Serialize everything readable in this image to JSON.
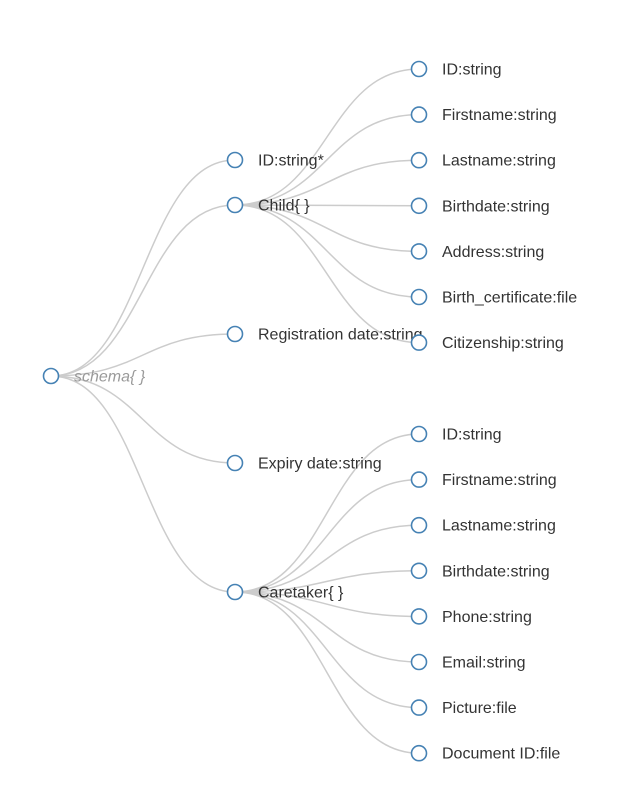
{
  "schema_tree": {
    "root": {
      "label": "schema{ }"
    },
    "level1": [
      {
        "id": "n1",
        "label": "ID:string*"
      },
      {
        "id": "n2",
        "label": "Child{ }"
      },
      {
        "id": "n3",
        "label": "Registration date:string"
      },
      {
        "id": "n4",
        "label": "Expiry date:string"
      },
      {
        "id": "n5",
        "label": "Caretaker{ }"
      }
    ],
    "child_fields": [
      {
        "label": "ID:string"
      },
      {
        "label": "Firstname:string"
      },
      {
        "label": "Lastname:string"
      },
      {
        "label": "Birthdate:string"
      },
      {
        "label": "Address:string"
      },
      {
        "label": "Birth_certificate:file"
      },
      {
        "label": "Citizenship:string"
      }
    ],
    "caretaker_fields": [
      {
        "label": "ID:string"
      },
      {
        "label": "Firstname:string"
      },
      {
        "label": "Lastname:string"
      },
      {
        "label": "Birthdate:string"
      },
      {
        "label": "Phone:string"
      },
      {
        "label": "Email:string"
      },
      {
        "label": "Picture:file"
      },
      {
        "label": "Document ID:file"
      }
    ]
  },
  "colors": {
    "node_stroke": "#4682b4",
    "link": "#cccccc",
    "label": "#333333",
    "root_label": "#9a9a9a"
  }
}
